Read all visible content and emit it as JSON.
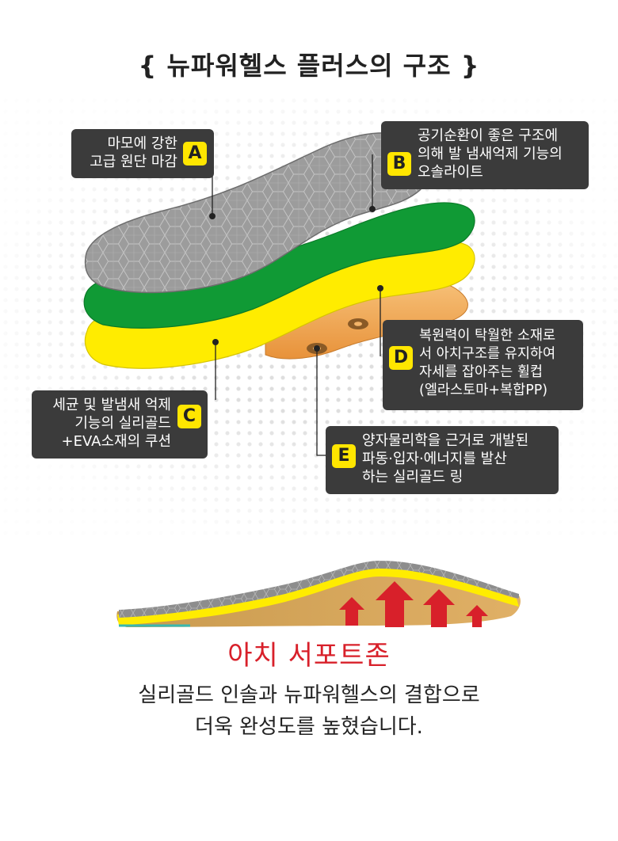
{
  "title": "{ 뉴파워헬스 플러스의 구조 }",
  "callouts": {
    "a": {
      "badge": "A",
      "text": "마모에 강한\n고급 원단 마감"
    },
    "b": {
      "badge": "B",
      "text": "공기순환이 좋은 구조에\n의해 발 냄새억제 기능의\n오솔라이트"
    },
    "c": {
      "badge": "C",
      "text": "세균 및 발냄새 억제\n기능의 실리골드\n+EVA소재의 쿠션"
    },
    "d": {
      "badge": "D",
      "text": "복원력이 탁월한 소재로\n서 아치구조를 유지하여\n자세를 잡아주는 휠컵\n(엘라스토마+복합PP)"
    },
    "e": {
      "badge": "E",
      "text": "양자물리학을 근거로 개발된\n파동·입자·에너지를 발산\n하는 실리골드 링"
    }
  },
  "arch_label": "아치 서포트존",
  "caption": [
    "실리골드 인솔과 뉴파워헬스의 결합으로",
    "더욱 완성도를 높혔습니다."
  ],
  "colors": {
    "badge": "#ffe600",
    "callout_bg": "#3b3b3b",
    "arch_label": "#d8202a",
    "layer_green": "#109a35",
    "layer_yellow": "#ffec00",
    "layer_orange": "#f0a545",
    "layer_gray": "#9a9a9a"
  }
}
